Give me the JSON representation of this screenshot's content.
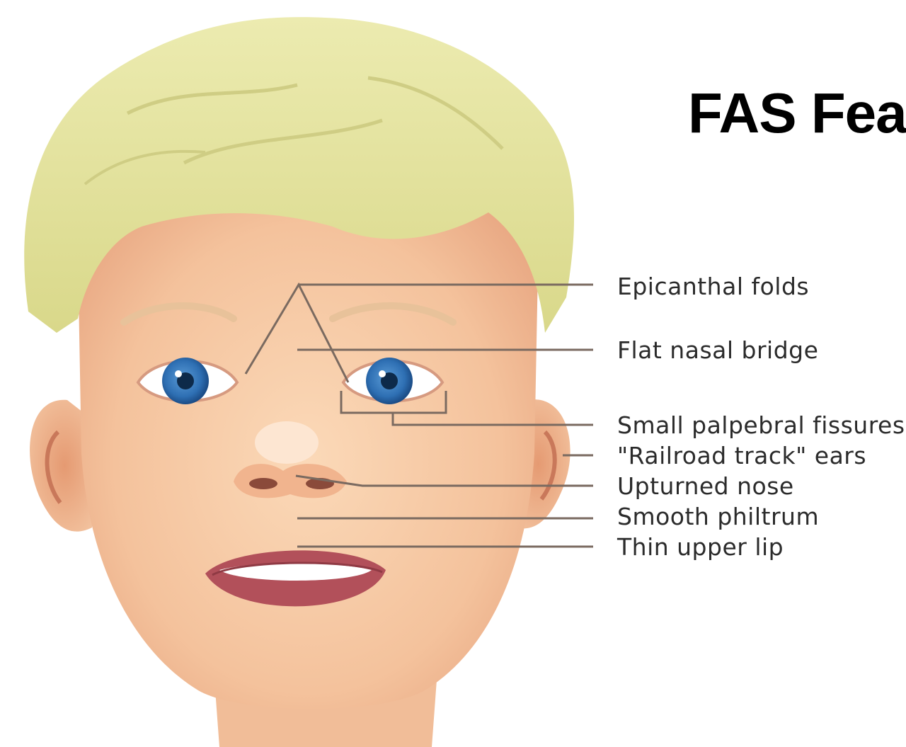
{
  "title": "FAS Feat",
  "illustration": {
    "subject": "child-face",
    "colors": {
      "hair": "#e3e29a",
      "skin": "#f7cba6",
      "iris": "#2e6fb3",
      "lips": "#b2505a",
      "leader_line": "#7a6a60",
      "label_text": "#2b2b2b"
    }
  },
  "labels": [
    {
      "id": "epicanthal",
      "text": "Epicanthal folds"
    },
    {
      "id": "nasal-bridge",
      "text": "Flat nasal bridge"
    },
    {
      "id": "palpebral",
      "text": "Small palpebral fissures"
    },
    {
      "id": "ears",
      "text": "\"Railroad track\" ears"
    },
    {
      "id": "nose",
      "text": "Upturned nose"
    },
    {
      "id": "philtrum",
      "text": "Smooth philtrum"
    },
    {
      "id": "lip",
      "text": "Thin upper lip"
    }
  ]
}
